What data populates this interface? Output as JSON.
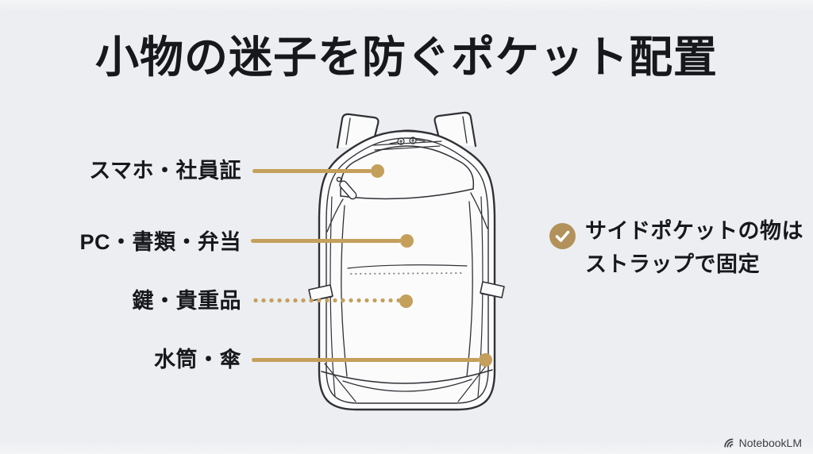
{
  "title": "小物の迷子を防ぐポケット配置",
  "pocket_labels": [
    {
      "text": "スマホ・社員証",
      "line_style": "solid"
    },
    {
      "text": "PC・書類・弁当",
      "line_style": "solid"
    },
    {
      "text": "鍵・貴重品",
      "line_style": "dotted"
    },
    {
      "text": "水筒・傘",
      "line_style": "solid"
    }
  ],
  "callout": {
    "icon": "check-circle-icon",
    "line1": "サイドポケットの物は",
    "line2": "ストラップで固定"
  },
  "watermark": {
    "icon": "notebooklm-logo-icon",
    "text": "NotebookLM"
  },
  "colors": {
    "background": "#EDEEF1",
    "accent_gold": "#C4A05C",
    "check_badge_gold": "#B2915A",
    "title_text": "#17181C",
    "illustration_outline": "#303136",
    "watermark_text": "#3C4045"
  }
}
